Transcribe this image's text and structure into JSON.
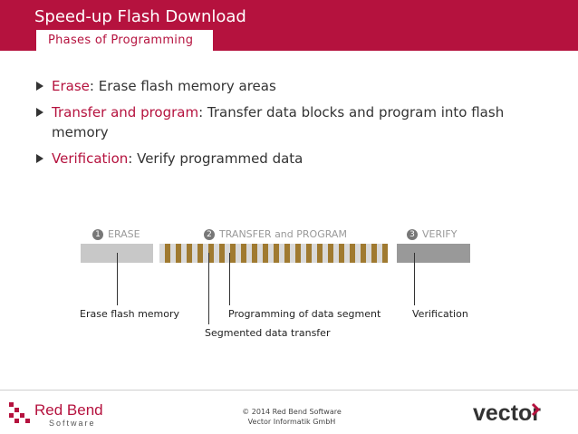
{
  "header": {
    "title": "Speed-up Flash Download",
    "subtitle": "Phases of Programming"
  },
  "bullets": [
    {
      "term": "Erase",
      "text": ": Erase flash memory areas"
    },
    {
      "term": "Transfer and program",
      "text": ": Transfer data blocks and program into flash memory"
    },
    {
      "term": "Verification",
      "text": ": Verify programmed data"
    }
  ],
  "diagram": {
    "phases": [
      {
        "num": "1",
        "label": "ERASE"
      },
      {
        "num": "2",
        "label": "TRANSFER and PROGRAM"
      },
      {
        "num": "3",
        "label": "VERIFY"
      }
    ],
    "captions": {
      "erase": "Erase flash memory",
      "segment": "Segmented data transfer",
      "program": "Programming of data segment",
      "verify": "Verification"
    },
    "colors": {
      "erase_bar": "#c8c8c8",
      "transfer_seg": "#d9d9d9",
      "program_seg": "#a07a30",
      "verify_bar": "#999999"
    }
  },
  "footer": {
    "brand": "Red Bend",
    "brand_sub": "Software",
    "copyright_line1": "© 2014 Red Bend Software",
    "copyright_line2": "Vector Informatik GmbH",
    "vector_logo": "vector"
  },
  "colors": {
    "accent": "#b5123e",
    "text": "#333333"
  }
}
